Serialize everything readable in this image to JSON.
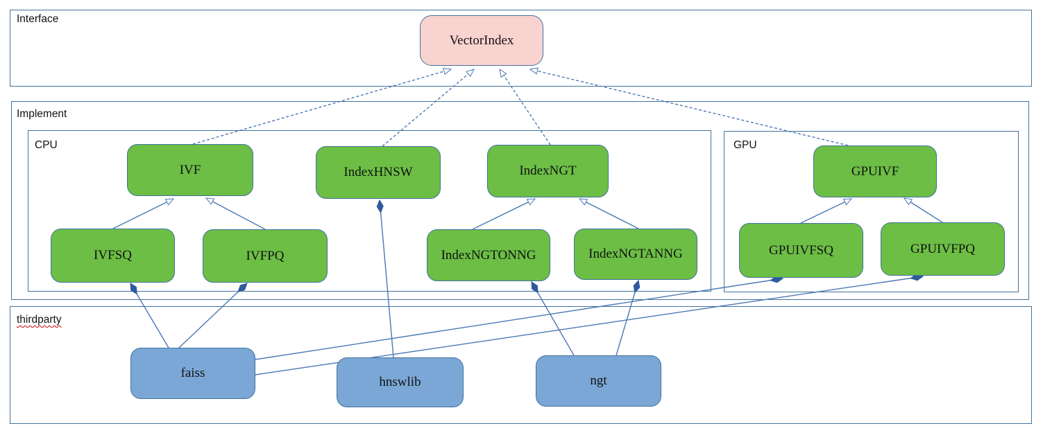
{
  "containers": {
    "interface": {
      "label": "Interface"
    },
    "implement": {
      "label": "Implement"
    },
    "cpu": {
      "label": "CPU"
    },
    "gpu": {
      "label": "GPU"
    },
    "thirdparty": {
      "label": "thirdparty"
    }
  },
  "nodes": {
    "vectorindex": {
      "label": "VectorIndex",
      "kind": "interface"
    },
    "ivf": {
      "label": "IVF",
      "kind": "class"
    },
    "indexhnsw": {
      "label": "IndexHNSW",
      "kind": "class"
    },
    "indexngt": {
      "label": "IndexNGT",
      "kind": "class"
    },
    "gpuivf": {
      "label": "GPUIVF",
      "kind": "class"
    },
    "ivfsq": {
      "label": "IVFSQ",
      "kind": "class"
    },
    "ivfpq": {
      "label": "IVFPQ",
      "kind": "class"
    },
    "indexngtonng": {
      "label": "IndexNGTONNG",
      "kind": "class"
    },
    "indexngtanng": {
      "label": "IndexNGTANNG",
      "kind": "class"
    },
    "gpuivfsq": {
      "label": "GPUIVFSQ",
      "kind": "class"
    },
    "gpuivfpq": {
      "label": "GPUIVFPQ",
      "kind": "class"
    },
    "faiss": {
      "label": "faiss",
      "kind": "library"
    },
    "hnswlib": {
      "label": "hnswlib",
      "kind": "library"
    },
    "ngt": {
      "label": "ngt",
      "kind": "library"
    }
  },
  "edges": [
    {
      "from": "IVF",
      "to": "VectorIndex",
      "type": "realization"
    },
    {
      "from": "IndexHNSW",
      "to": "VectorIndex",
      "type": "realization"
    },
    {
      "from": "IndexNGT",
      "to": "VectorIndex",
      "type": "realization"
    },
    {
      "from": "GPUIVF",
      "to": "VectorIndex",
      "type": "realization"
    },
    {
      "from": "IVFSQ",
      "to": "IVF",
      "type": "generalization"
    },
    {
      "from": "IVFPQ",
      "to": "IVF",
      "type": "generalization"
    },
    {
      "from": "IndexNGTONNG",
      "to": "IndexNGT",
      "type": "generalization"
    },
    {
      "from": "IndexNGTANNG",
      "to": "IndexNGT",
      "type": "generalization"
    },
    {
      "from": "GPUIVFSQ",
      "to": "GPUIVF",
      "type": "generalization"
    },
    {
      "from": "GPUIVFPQ",
      "to": "GPUIVF",
      "type": "generalization"
    },
    {
      "from": "hnswlib",
      "to": "IndexHNSW",
      "type": "composition"
    },
    {
      "from": "faiss",
      "to": "IVFSQ",
      "type": "composition"
    },
    {
      "from": "faiss",
      "to": "IVFPQ",
      "type": "composition"
    },
    {
      "from": "ngt",
      "to": "IndexNGTONNG",
      "type": "composition"
    },
    {
      "from": "ngt",
      "to": "IndexNGTANNG",
      "type": "composition"
    },
    {
      "from": "faiss",
      "to": "GPUIVFSQ",
      "type": "composition"
    },
    {
      "from": "faiss",
      "to": "GPUIVFPQ",
      "type": "composition"
    }
  ],
  "colors": {
    "interface_node_fill": "#f9d3d0",
    "class_node_fill": "#6cbe45",
    "library_node_fill": "#7ba7d7",
    "node_border": "#41719c",
    "container_border": "#41719c",
    "edge_line": "#4a77b4",
    "composition_diamond": "#2e5b9e",
    "spellcheck_underline": "#cc0000",
    "text": "#111111"
  }
}
